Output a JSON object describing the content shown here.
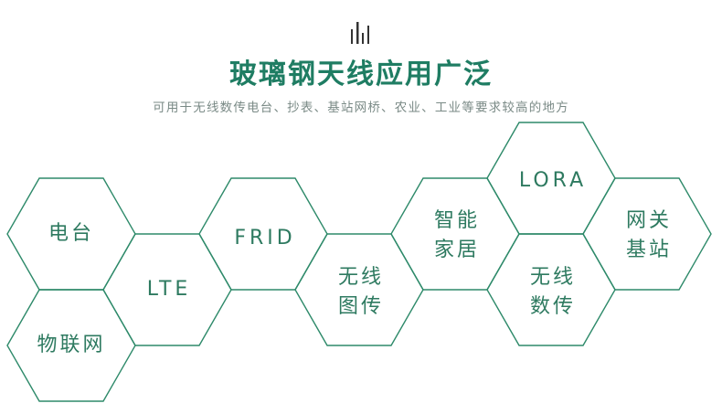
{
  "header": {
    "icon": "bar-chart-icon",
    "title": "玻璃钢天线应用广泛",
    "subtitle": "可用于无线数传电台、抄表、基站网桥、农业、工业等要求较高的地方"
  },
  "colors": {
    "accent": "#1f7d63",
    "hex_stroke": "#2e8a6a",
    "text": "#2e7a60",
    "subtitle": "#7a8a86"
  },
  "hexagons": [
    {
      "id": "dian-tai",
      "label": "电台"
    },
    {
      "id": "lte",
      "label": "LTE"
    },
    {
      "id": "frid",
      "label": "FRID"
    },
    {
      "id": "wuxian-tuchuan",
      "label": "无线\n图传"
    },
    {
      "id": "zhineng-jiaju",
      "label": "智能\n家居"
    },
    {
      "id": "lora",
      "label": "LORA"
    },
    {
      "id": "wuxian-shuchuan",
      "label": "无线\n数传"
    },
    {
      "id": "wangguan-jizhan",
      "label": "网关\n基站"
    },
    {
      "id": "wulianwang",
      "label": "物联网"
    }
  ]
}
